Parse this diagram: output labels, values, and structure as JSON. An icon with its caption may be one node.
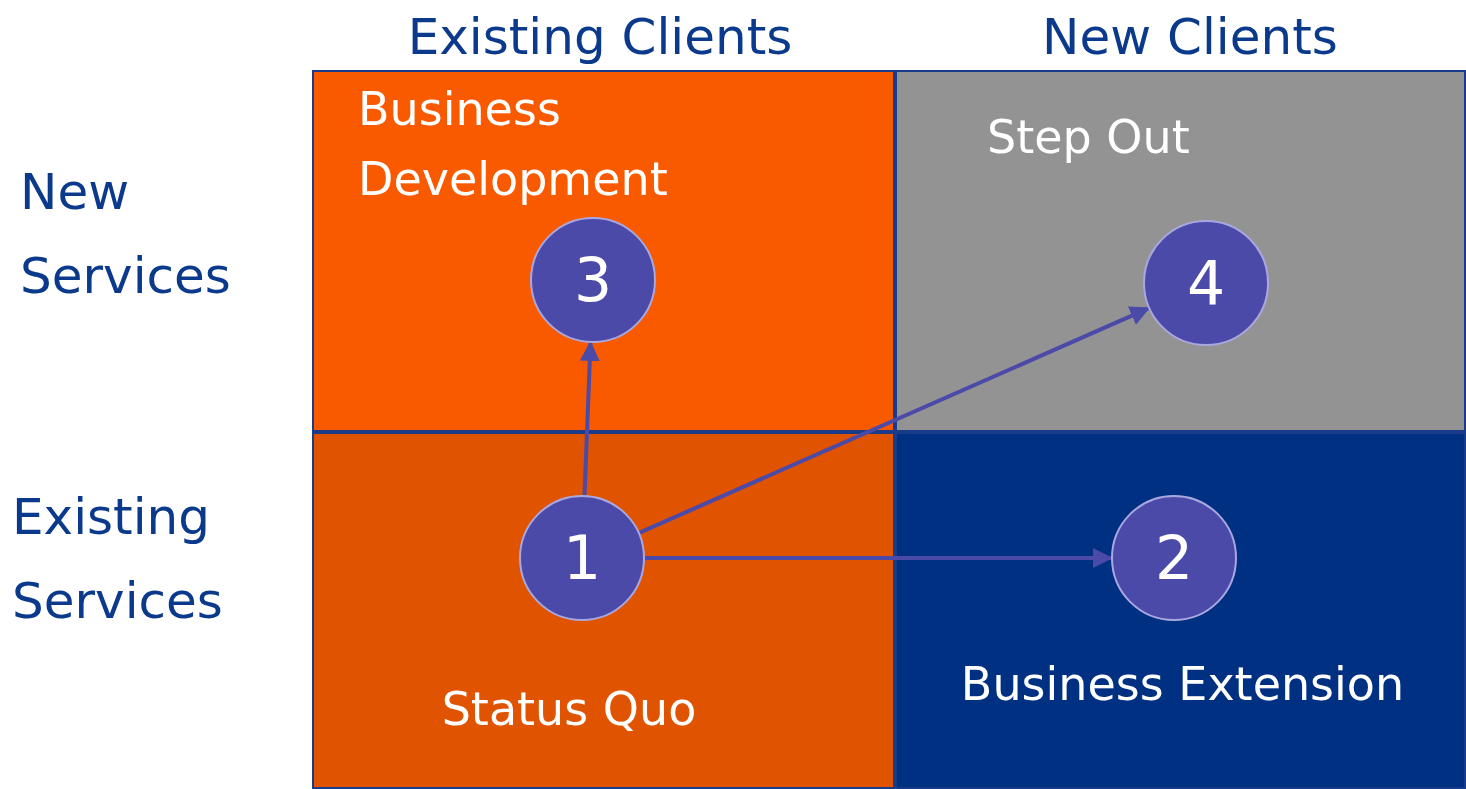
{
  "diagram": {
    "nodes": [
      {
        "text": [
          "Business Development"
        ]
      },
      {
        "text": [
          "3"
        ],
        "in": 0
      },
      {
        "text": [
          "Step Out"
        ]
      },
      {
        "text": [
          "4"
        ],
        "in": 2
      },
      {
        "text": [
          "Status Quo"
        ]
      },
      {
        "text": [
          "1"
        ],
        "in": 4
      },
      {
        "text": [
          "Business Extension"
        ]
      },
      {
        "text": [
          "2"
        ],
        "in": 6
      }
    ],
    "edges": [
      {
        "from": 5,
        "to": 1,
        "arrow": "to"
      },
      {
        "from": 5,
        "to": 3,
        "arrow": "to"
      },
      {
        "from": 5,
        "to": 7,
        "arrow": "to"
      }
    ],
    "labels": [
      "Existing Clients",
      "New Clients",
      "New Services",
      "Existing Services"
    ]
  }
}
